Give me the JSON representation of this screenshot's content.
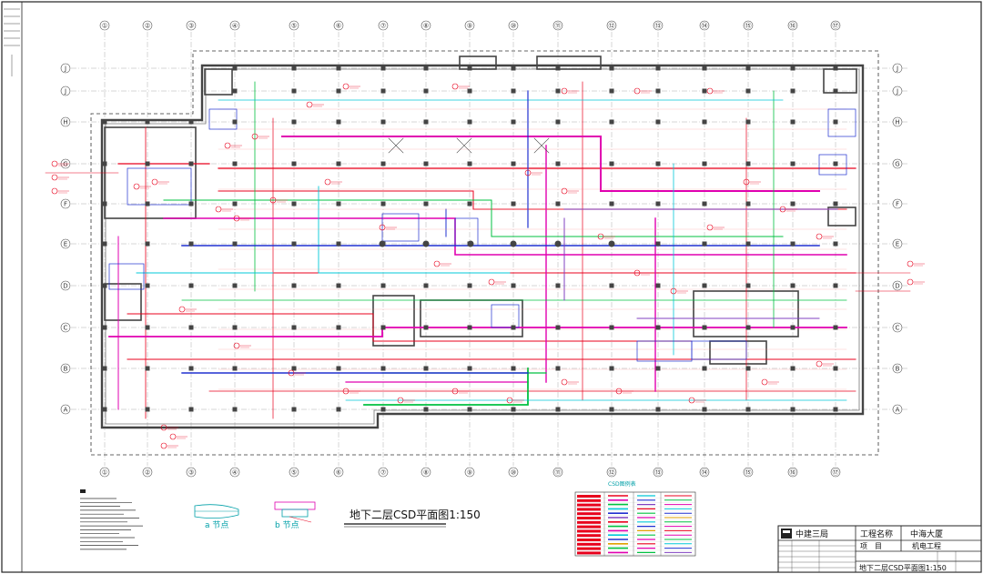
{
  "plan": {
    "title": "地下二层CSD平面图1:150",
    "column_axes": [
      "①",
      "②",
      "③",
      "④",
      "⑤",
      "⑥",
      "⑦",
      "⑧",
      "⑨",
      "⑩",
      "⑪",
      "⑫",
      "⑬",
      "⑭",
      "⑮",
      "⑯",
      "⑰"
    ],
    "row_axes": [
      "J",
      "H",
      "G",
      "F",
      "E",
      "D",
      "C",
      "B",
      "A"
    ]
  },
  "legend": {
    "title": "CSD图例表"
  },
  "details": {
    "a_label": "a 节点",
    "b_label": "b 节点"
  },
  "title_block": {
    "company": "中建三局",
    "project_label": "工程名称",
    "project_name": "中海大厦",
    "item_label": "项　目",
    "item_value": "机电工程",
    "drawing_name": "地下二层CSD平面图1:150"
  },
  "colors": {
    "duct_red": "#e8001c",
    "duct_magenta": "#e000b0",
    "pipe_green": "#00c040",
    "pipe_cyan": "#00c8d8",
    "pipe_blue": "#2030d0",
    "pipe_purple": "#8040c0",
    "structure": "#555555"
  }
}
